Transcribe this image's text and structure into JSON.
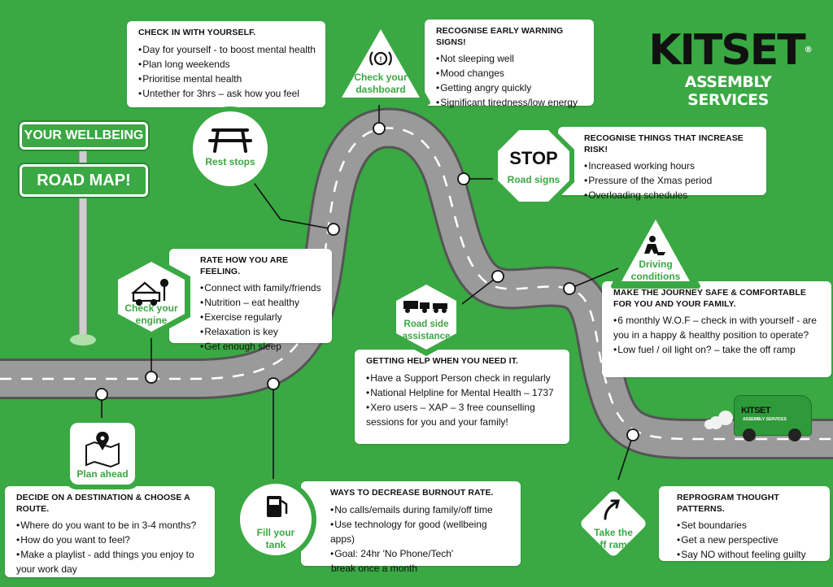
{
  "header": {
    "title_line1": "YOUR WELLBEING",
    "title_line2": "ROAD MAP!"
  },
  "logo": {
    "name": "KITSET",
    "subtitle": "ASSEMBLY SERVICES",
    "registered": "®"
  },
  "van": {
    "name": "KITSET",
    "subtitle": "ASSEMBLY SERVICES"
  },
  "signs": {
    "rest_stops": {
      "label": "Rest stops",
      "icon": "bench-icon"
    },
    "check_dashboard": {
      "label_line1": "Check your",
      "label_line2": "dashboard",
      "icon": "warning-light-icon"
    },
    "road_signs": {
      "stop_text": "STOP",
      "label": "Road signs"
    },
    "driving_conditions": {
      "label_line1": "Driving",
      "label_line2": "conditions",
      "icon": "roadworks-icon"
    },
    "check_engine": {
      "label_line1": "Check your",
      "label_line2": "engine",
      "icon": "mechanic-icon"
    },
    "roadside_assistance": {
      "label_line1": "Road side",
      "label_line2": "assistance",
      "icon": "tow-truck-icon"
    },
    "plan_ahead": {
      "label": "Plan ahead",
      "icon": "map-pin-icon"
    },
    "fill_tank": {
      "label_line1": "Fill your",
      "label_line2": "tank",
      "icon": "fuel-pump-icon"
    },
    "take_off_ramp": {
      "label_line1": "Take the",
      "label_line2": "off ramp",
      "icon": "exit-arrow-icon"
    }
  },
  "cards": {
    "check_in": {
      "title": "CHECK IN WITH YOURSELF.",
      "items": [
        "Day for yourself - to boost mental health",
        "Plan long weekends",
        "Prioritise mental health",
        "Untether for 3hrs – ask how you feel"
      ]
    },
    "warning_signs": {
      "title": "RECOGNISE EARLY WARNING SIGNS!",
      "items": [
        "Not sleeping well",
        "Mood changes",
        "Getting angry quickly",
        "Significant tiredness/low energy"
      ]
    },
    "risk": {
      "title": "RECOGNISE THINGS THAT INCREASE RISK!",
      "items": [
        "Increased working hours",
        "Pressure of the Xmas period",
        "Overloading schedules"
      ]
    },
    "feeling": {
      "title": "RATE HOW YOU ARE FEELING.",
      "items": [
        "Connect with family/friends",
        "Nutrition – eat healthy",
        "Exercise regularly",
        "Relaxation is key",
        "Get enough sleep"
      ]
    },
    "safe_journey": {
      "title_line1": "MAKE THE JOURNEY SAFE & COMFORTABLE",
      "title_line2": "FOR YOU AND YOUR FAMILY.",
      "items": [
        "6 monthly W.O.F – check in with yourself - are you in a happy & healthy position to operate?",
        "Low fuel / oil light on? – take the off ramp"
      ]
    },
    "help": {
      "title": "GETTING HELP WHEN YOU NEED IT.",
      "items": [
        "Have a Support Person check in regularly",
        "National Helpline for Mental Health – 1737",
        "Xero users – XAP – 3 free counselling sessions for you and your family!"
      ]
    },
    "destination": {
      "title": "DECIDE ON A DESTINATION & CHOOSE A ROUTE.",
      "items": [
        "Where do you want to be in 3-4 months?",
        "How do you want to feel?",
        "Make a playlist - add things you enjoy to your work day"
      ]
    },
    "burnout": {
      "title": "WAYS TO DECREASE BURNOUT RATE.",
      "items": [
        "No calls/emails during family/off time",
        "Use technology for good (wellbeing apps)",
        "Goal: 24hr 'No Phone/Tech'"
      ],
      "extra": "break once a month"
    },
    "reprogram": {
      "title": "REPROGRAM THOUGHT PATTERNS.",
      "items": [
        "Set boundaries",
        "Get a new perspective",
        "Say NO without feeling guilty"
      ]
    }
  },
  "colors": {
    "background": "#3aa843",
    "accent": "#3aa843",
    "road": "#9a9a9a",
    "road_edge": "#555555"
  }
}
